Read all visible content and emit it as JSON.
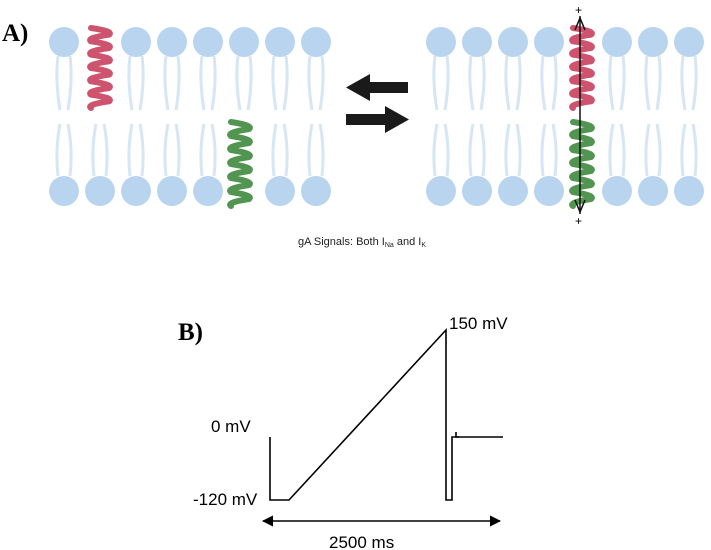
{
  "panel_a": {
    "label": "A)",
    "caption": {
      "prefix": "gA Signals: Both I",
      "sub1": "Na",
      "middle": " and I",
      "sub2": "K"
    },
    "dimer_polarity": {
      "top": "+",
      "bottom": "+"
    },
    "colors": {
      "lipid_head": "#b9d4ee",
      "lipid_tail": "#d7e6f5",
      "helix_red": "#c9405e",
      "helix_green": "#3e8a3e",
      "arrow": "#1a1a1a"
    }
  },
  "panel_b": {
    "label": "B)",
    "labels": {
      "peak": "150 mV",
      "zero": "0 mV",
      "hold": "-120 mV",
      "duration": "2500 ms"
    },
    "line_color": "#000000"
  }
}
